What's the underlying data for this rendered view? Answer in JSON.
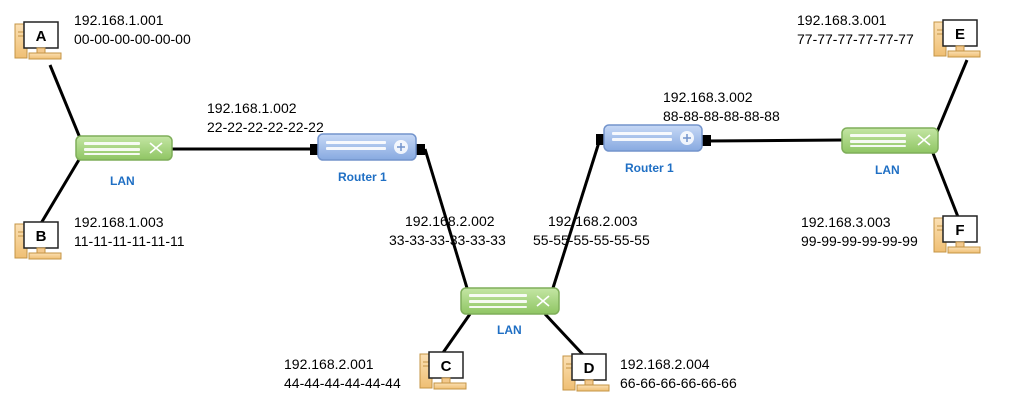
{
  "colors": {
    "switch_body": "#a6d67e",
    "switch_border": "#7fae5a",
    "router_body": "#a9c4ee",
    "router_border": "#7394cc",
    "device_label": "#1f6fc4",
    "computer_base": "#f3c98d",
    "computer_border": "#c49445"
  },
  "switches": [
    {
      "label": "LAN",
      "icon": "switch-icon"
    },
    {
      "label": "LAN",
      "icon": "switch-icon"
    },
    {
      "label": "LAN",
      "icon": "switch-icon"
    }
  ],
  "routers": [
    {
      "label": "Router 1",
      "icon": "router-icon"
    },
    {
      "label": "Router 1",
      "icon": "router-icon"
    }
  ],
  "hosts": [
    {
      "letter": "A",
      "ip": "192.168.1.001",
      "mac": "00-00-00-00-00-00"
    },
    {
      "letter": "B",
      "ip": "192.168.1.003",
      "mac": "11-11-11-11-11-11"
    },
    {
      "letter": "C",
      "ip": "192.168.2.001",
      "mac": "44-44-44-44-44-44"
    },
    {
      "letter": "D",
      "ip": "192.168.2.004",
      "mac": "66-66-66-66-66-66"
    },
    {
      "letter": "E",
      "ip": "192.168.3.001",
      "mac": "77-77-77-77-77-77"
    },
    {
      "letter": "F",
      "ip": "192.168.3.003",
      "mac": "99-99-99-99-99-99"
    }
  ],
  "router_interfaces": [
    {
      "ip": "192.168.1.002",
      "mac": "22-22-22-22-22-22"
    },
    {
      "ip": "192.168.2.002",
      "mac": "33-33-33-33-33-33"
    },
    {
      "ip": "192.168.2.003",
      "mac": "55-55-55-55-55-55"
    },
    {
      "ip": "192.168.3.002",
      "mac": "88-88-88-88-88-88"
    }
  ]
}
